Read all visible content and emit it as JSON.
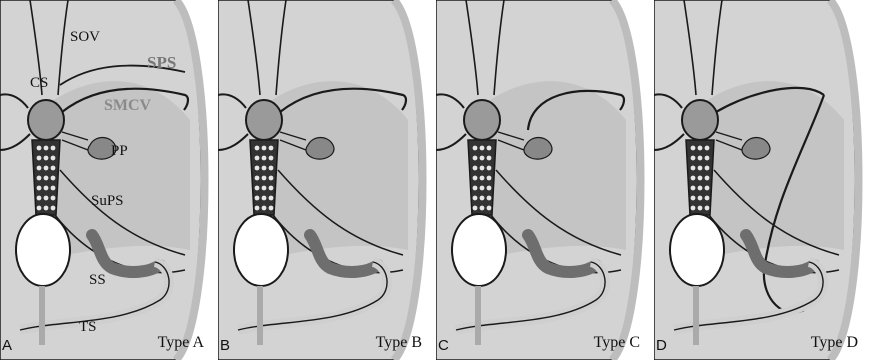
{
  "panels": [
    {
      "letter": "A",
      "type_label": "Type A",
      "variant": "A"
    },
    {
      "letter": "B",
      "type_label": "Type B",
      "variant": "B"
    },
    {
      "letter": "C",
      "type_label": "Type C",
      "variant": "C"
    },
    {
      "letter": "D",
      "type_label": "Type D",
      "variant": "D"
    }
  ],
  "labels": {
    "sov": "SOV",
    "cs": "CS",
    "sps": "SPS",
    "smcv": "SMCV",
    "pp": "PP",
    "sups": "SuPS",
    "ss": "SS",
    "ts": "TS"
  },
  "colors": {
    "background": "#ffffff",
    "brain": "#d3d3d3",
    "sinus": "#9a9a9a",
    "outline": "#1a1a1a"
  }
}
